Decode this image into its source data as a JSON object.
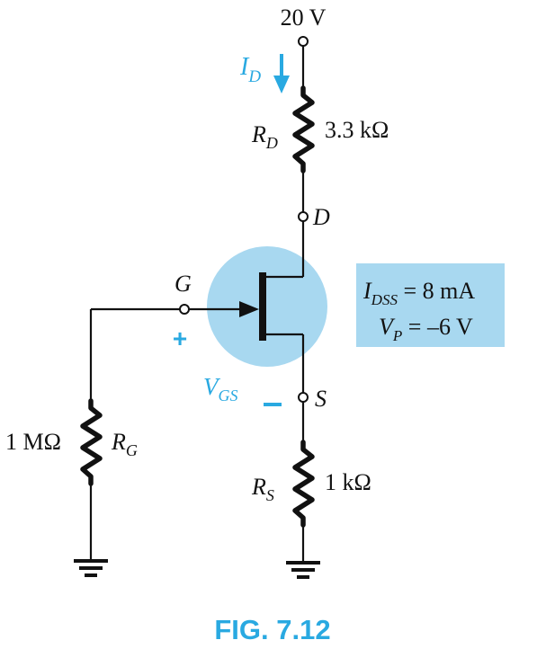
{
  "supply": {
    "voltage": "20 V"
  },
  "drain_current": {
    "symbol": "I",
    "subscript": "D"
  },
  "resistor_drain": {
    "symbol": "R",
    "subscript": "D",
    "value": "3.3 kΩ"
  },
  "drain_terminal": {
    "label": "D"
  },
  "gate_terminal": {
    "label": "G"
  },
  "source_terminal": {
    "label": "S"
  },
  "gate_source_voltage": {
    "symbol": "V",
    "subscript": "GS",
    "plus": "+",
    "minus": "–"
  },
  "parameters": {
    "idss": {
      "symbol": "I",
      "subscript": "DSS",
      "value": " = 8 mA"
    },
    "vp": {
      "symbol": "V",
      "subscript": "P",
      "value": " = –6  V"
    }
  },
  "resistor_gate": {
    "symbol": "R",
    "subscript": "G",
    "value": "1 MΩ"
  },
  "resistor_source": {
    "symbol": "R",
    "subscript": "S",
    "value": "1 kΩ"
  },
  "caption": "FIG. 7.12",
  "colors": {
    "accent": "#29a9e1",
    "circle": "#a8d8f0",
    "box": "#a8d8f0",
    "ink": "#111111"
  }
}
